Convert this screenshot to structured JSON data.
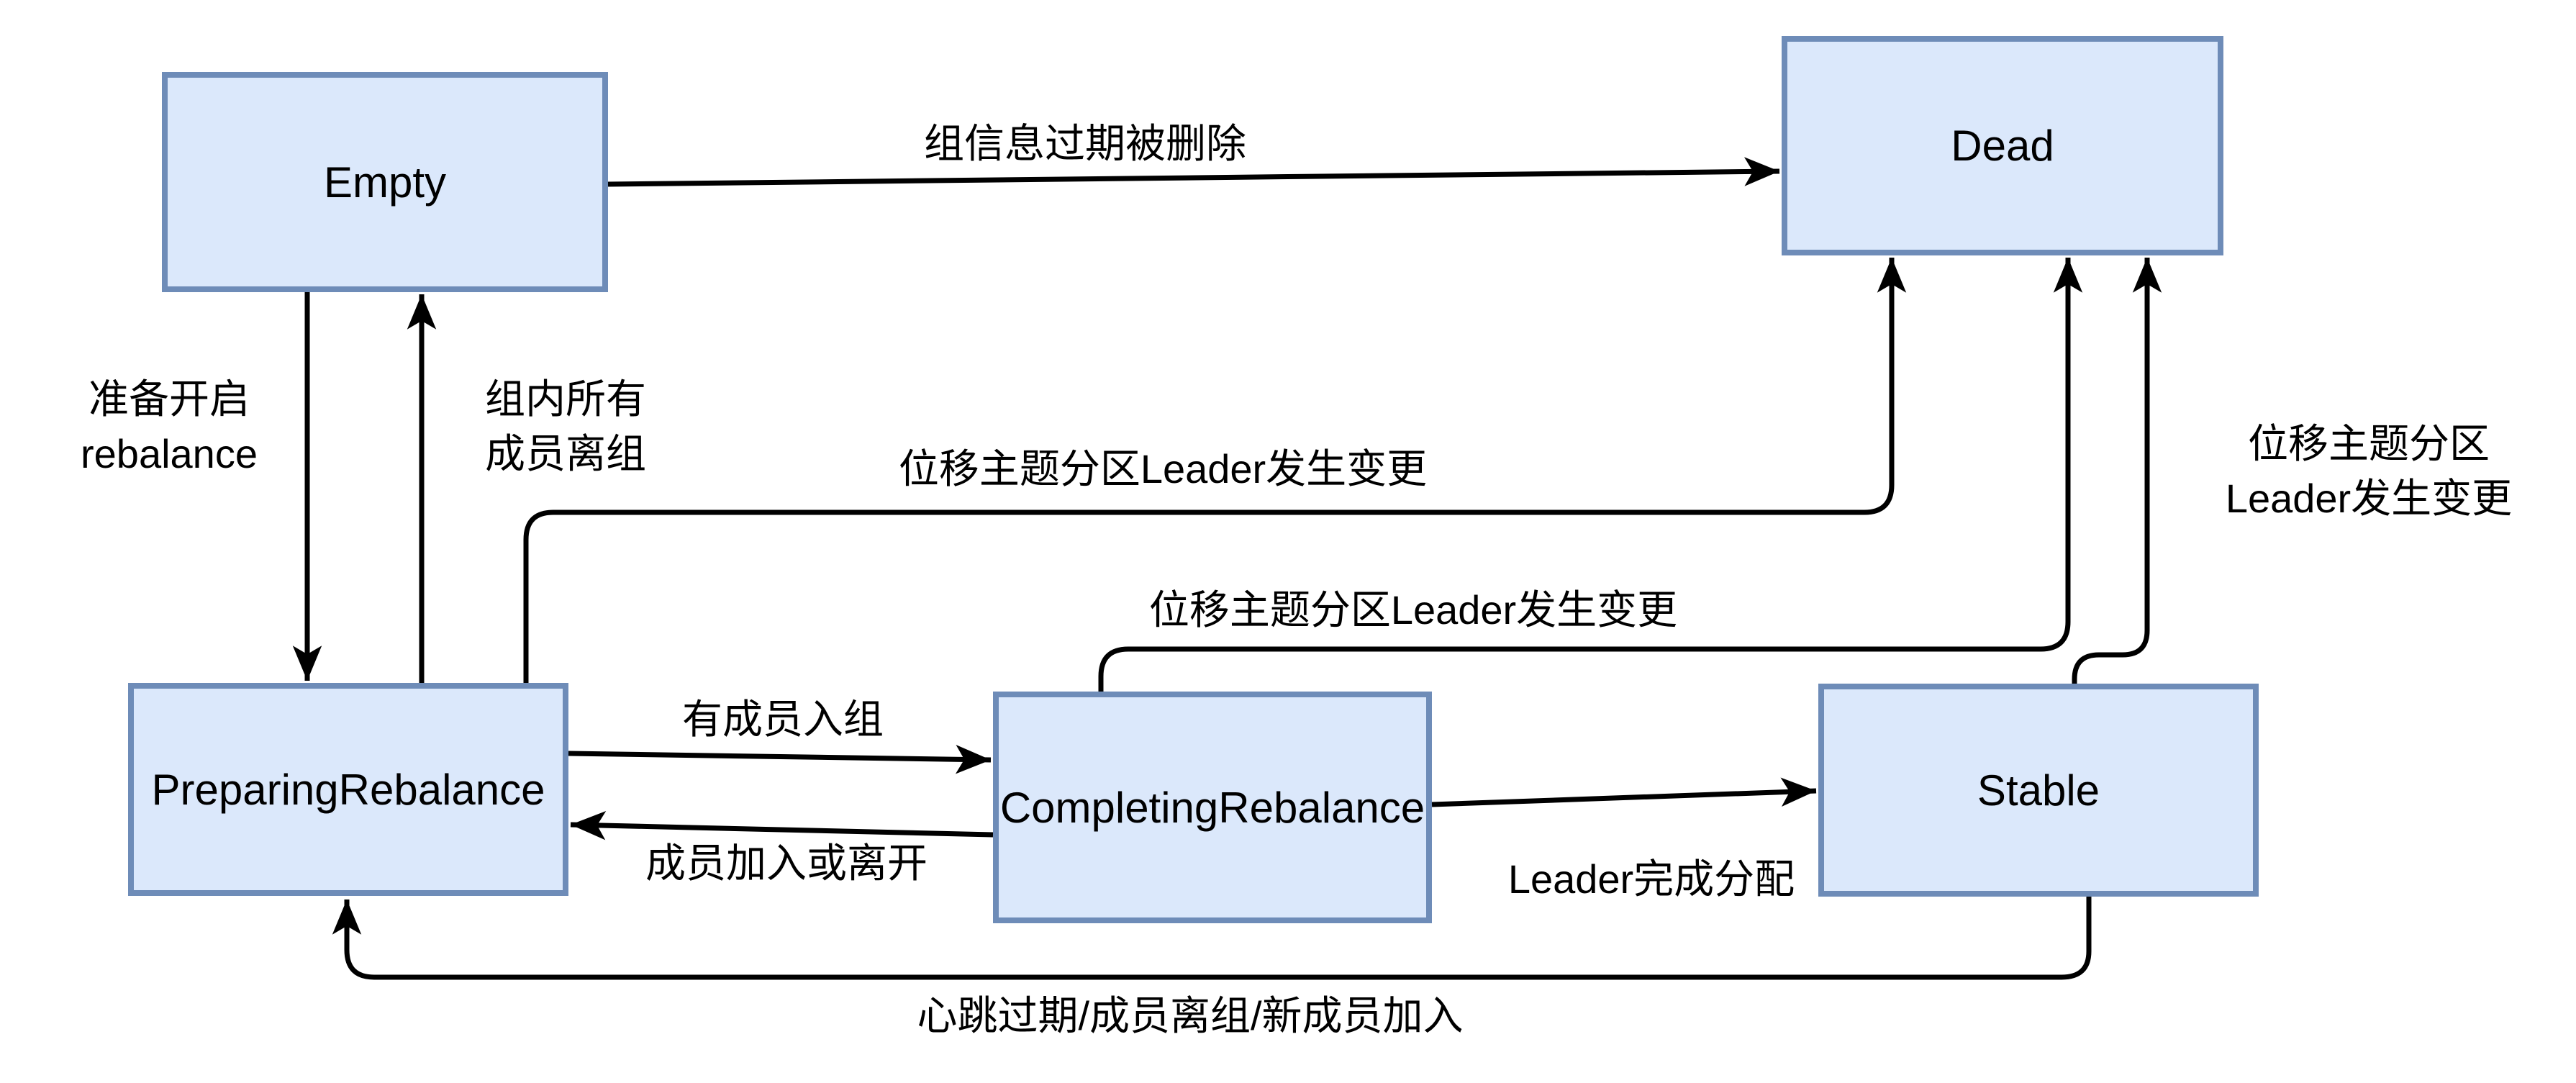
{
  "diagram": {
    "nodes": [
      {
        "id": "empty",
        "label": "Empty"
      },
      {
        "id": "dead",
        "label": "Dead"
      },
      {
        "id": "preparing-rebalance",
        "label": "PreparingRebalance"
      },
      {
        "id": "completing-rebalance",
        "label": "CompletingRebalance"
      },
      {
        "id": "stable",
        "label": "Stable"
      }
    ],
    "edges": [
      {
        "from": "Empty",
        "to": "Dead",
        "lines": [
          "组信息过期被删除"
        ]
      },
      {
        "from": "Empty",
        "to": "PreparingRebalance",
        "lines": [
          "准备开启",
          "rebalance"
        ]
      },
      {
        "from": "PreparingRebalance",
        "to": "Empty",
        "lines": [
          "组内所有",
          "成员离组"
        ]
      },
      {
        "from": "PreparingRebalance",
        "to": "Dead",
        "lines": [
          "位移主题分区Leader发生变更"
        ]
      },
      {
        "from": "CompletingRebalance",
        "to": "Dead",
        "lines": [
          "位移主题分区Leader发生变更"
        ]
      },
      {
        "from": "Stable",
        "to": "Dead",
        "lines": [
          "位移主题分区",
          "Leader发生变更"
        ]
      },
      {
        "from": "PreparingRebalance",
        "to": "CompletingRebalance",
        "lines": [
          "有成员入组"
        ]
      },
      {
        "from": "CompletingRebalance",
        "to": "PreparingRebalance",
        "lines": [
          "成员加入或离开"
        ]
      },
      {
        "from": "CompletingRebalance",
        "to": "Stable",
        "lines": [
          "Leader完成分配"
        ]
      },
      {
        "from": "Stable",
        "to": "PreparingRebalance",
        "lines": [
          "心跳过期/成员离组/新成员加入"
        ]
      }
    ]
  },
  "colors": {
    "node_fill": "#dbe8fb",
    "node_border": "#6e8cb8",
    "edge_color": "#000000",
    "text_color": "#000000",
    "background": "#ffffff"
  }
}
